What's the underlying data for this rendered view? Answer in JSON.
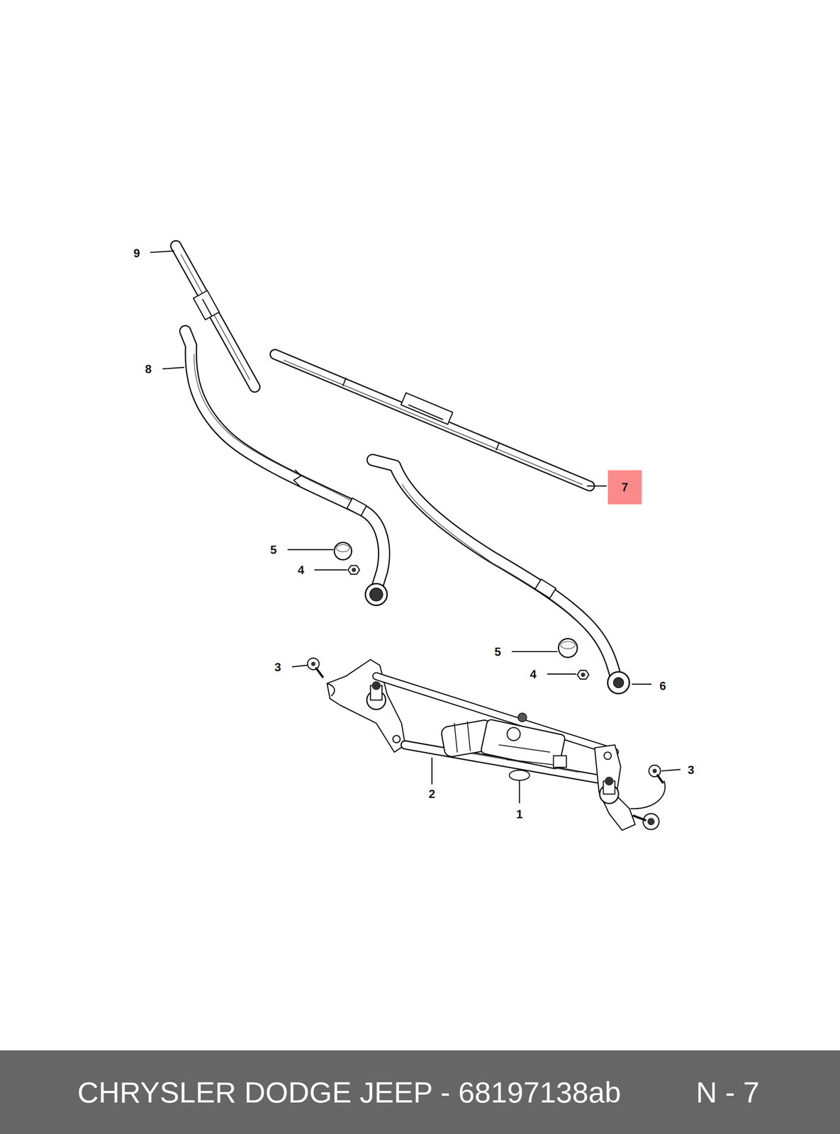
{
  "diagram": {
    "nodes": [
      {
        "text": [
          "7"
        ]
      },
      {
        "text": [
          "CHRYSLER DODGE JEEP - 68197138ab",
          "N - 7"
        ]
      }
    ],
    "labels": [
      "9",
      "8",
      "5",
      "4",
      "6",
      "5",
      "4",
      "3",
      "3",
      "2",
      "1"
    ]
  }
}
